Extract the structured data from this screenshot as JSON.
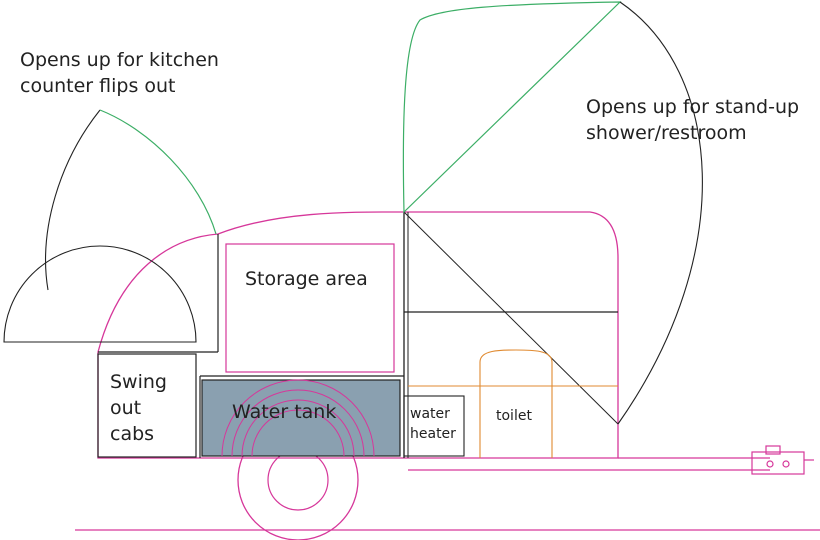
{
  "labels": {
    "kitchen_line1": "Opens up for kitchen",
    "kitchen_line2": "counter flips out",
    "shower_line1": "Opens up for stand-up",
    "shower_line2": "shower/restroom",
    "storage": "Storage area",
    "cabs_line1": "Swing",
    "cabs_line2": "out",
    "cabs_line3": "cabs",
    "water_tank": "Water tank",
    "heater_line1": "water",
    "heater_line2": "heater",
    "toilet": "toilet"
  },
  "colors": {
    "body_outline": "#d6379a",
    "hatch_arc": "#3cae66",
    "frame_line": "#222222",
    "interior_line": "#e08a30",
    "tank_fill": "#8aa0b0"
  }
}
